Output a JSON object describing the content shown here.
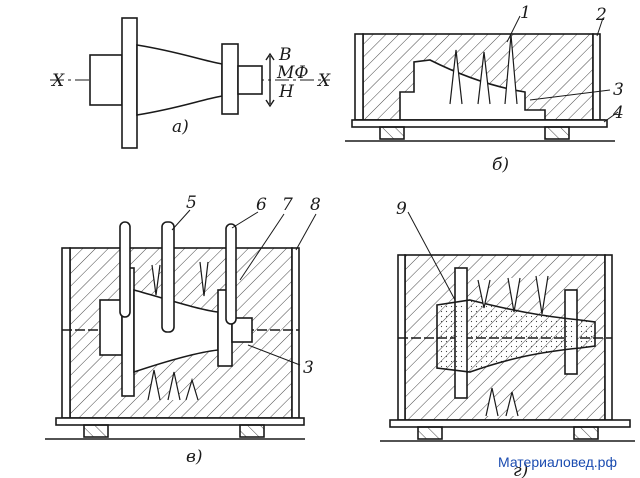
{
  "panels": {
    "a": {
      "caption": "а)",
      "axis_marks": [
        "X",
        "X"
      ],
      "direction_labels": {
        "up": "В",
        "middle": "МФ",
        "down": "Н"
      }
    },
    "b": {
      "caption": "б)",
      "numbers": [
        "1",
        "2",
        "3",
        "4"
      ]
    },
    "v": {
      "caption": "в)",
      "numbers": [
        "5",
        "6",
        "7",
        "8",
        "3"
      ]
    },
    "g": {
      "caption": "г)",
      "numbers": [
        "9"
      ]
    }
  },
  "watermark": "Материаловед.рф",
  "colors": {
    "ink": "#1a1a1a",
    "watermark": "#1a4bb0"
  }
}
